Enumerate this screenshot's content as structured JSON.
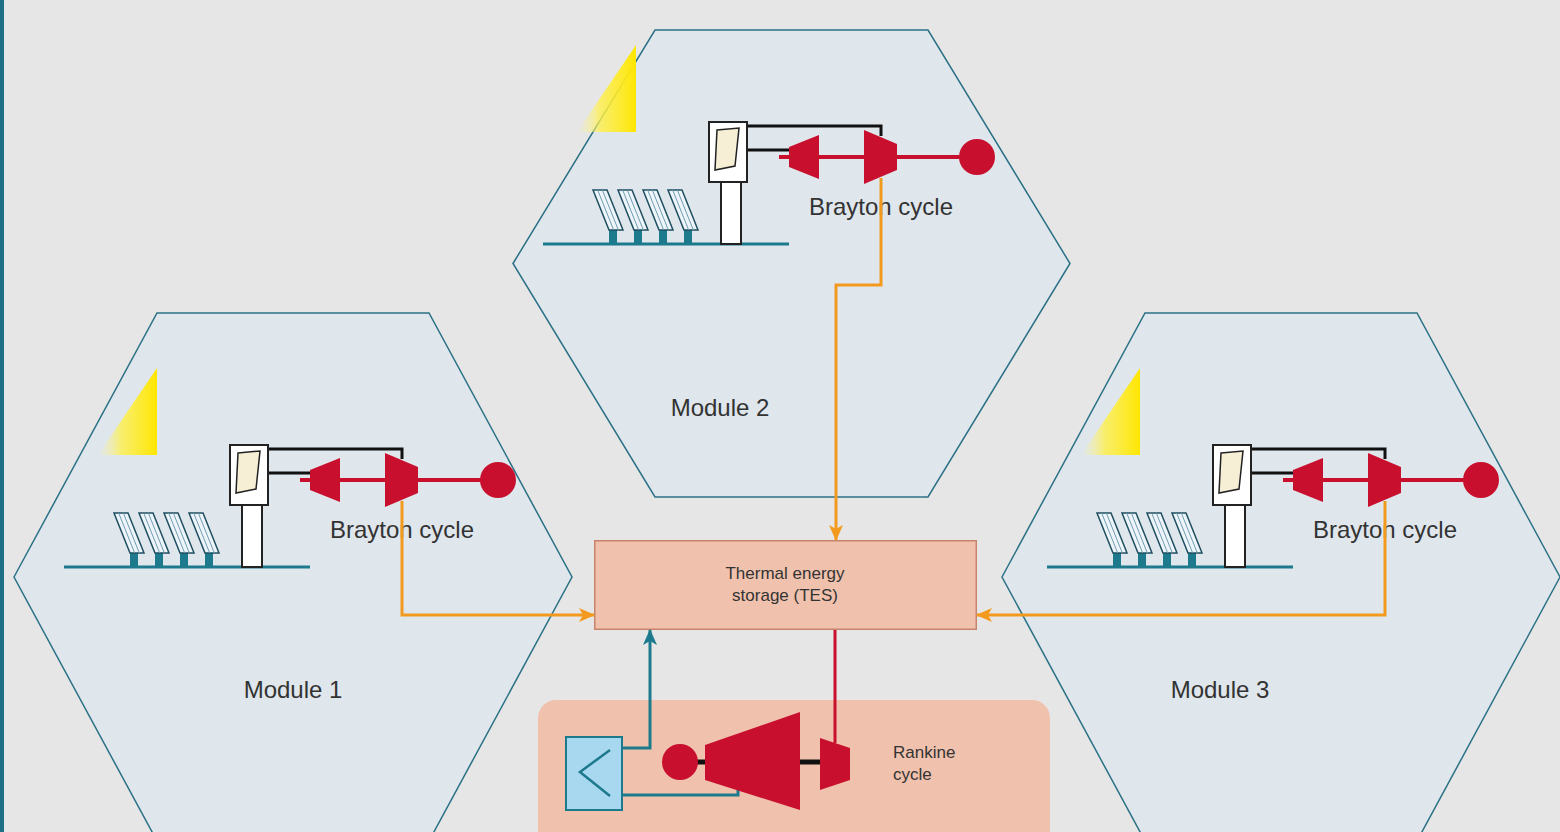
{
  "diagram": {
    "nodes": [
      {
        "text": [
          "Brayton cycle",
          "Module 1"
        ]
      },
      {
        "text": [
          "Brayton cycle",
          "Module 2"
        ]
      },
      {
        "text": [
          "Brayton cycle",
          "Module 3"
        ]
      },
      {
        "text": [
          "Thermal energy storage (TES)"
        ]
      },
      {
        "text": [
          "Rankine cycle"
        ]
      }
    ],
    "edges": [
      {
        "from": 0,
        "to": 3,
        "arrow": "to"
      },
      {
        "from": 1,
        "to": 3,
        "arrow": "to"
      },
      {
        "from": 2,
        "to": 3,
        "arrow": "to"
      },
      {
        "from": 4,
        "to": 3,
        "arrow": "to"
      },
      {
        "from": 3,
        "to": 4,
        "arrow": "none"
      }
    ]
  }
}
